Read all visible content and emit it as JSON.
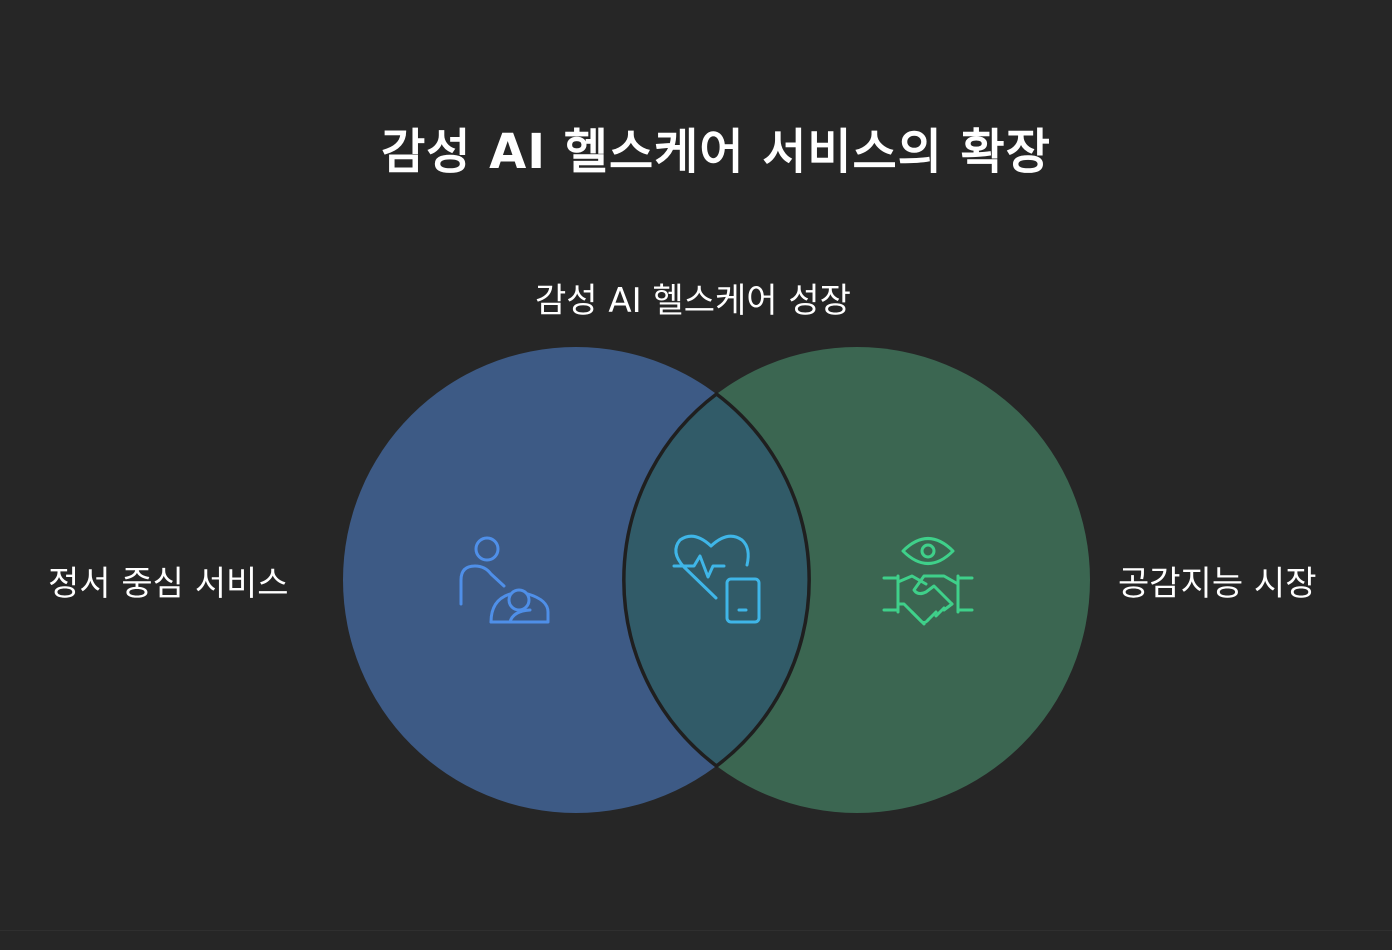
{
  "title": "감성 AI 헬스케어 서비스의 확장",
  "venn": {
    "top_label": "감성 AI 헬스케어 성장",
    "left_label": "정서 중심 서비스",
    "right_label": "공감지능 시장",
    "left_icon": "caregiver-baby-icon",
    "center_icon": "heart-rate-tablet-icon",
    "right_icon": "eye-handshake-icon"
  },
  "colors": {
    "background": "#262626",
    "left_circle": "#3d5a85",
    "right_circle": "#3b6651",
    "overlap": "#315b68",
    "outline": "#1f1f1f",
    "left_icon": "#4f8fe8",
    "center_icon": "#3fb6e8",
    "right_icon": "#3fd08a"
  }
}
